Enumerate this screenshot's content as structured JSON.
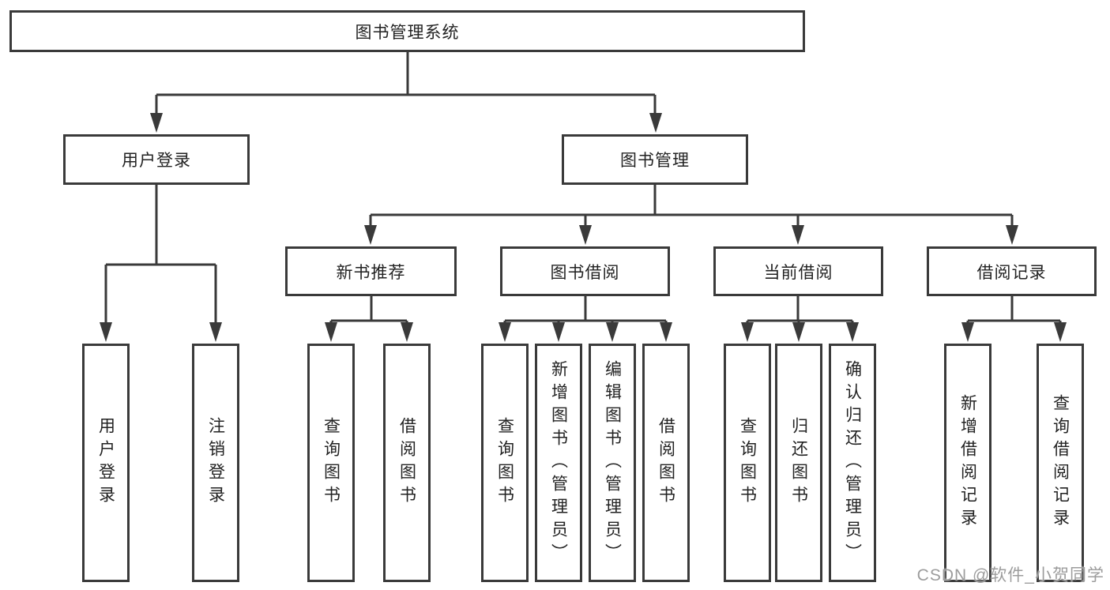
{
  "title": {
    "label": "图书管理系统"
  },
  "branches": {
    "user_login": {
      "label": "用户登录",
      "children": [
        "用户登录",
        "注销登录"
      ]
    },
    "book_mgmt": {
      "label": "图书管理",
      "sections": [
        {
          "label": "新书推荐",
          "children": [
            "查询图书",
            "借阅图书"
          ]
        },
        {
          "label": "图书借阅",
          "children": [
            "查询图书",
            "新增图书（管理员）",
            "编辑图书（管理员）",
            "借阅图书"
          ]
        },
        {
          "label": "当前借阅",
          "children": [
            "查询图书",
            "归还图书",
            "确认归还（管理员）"
          ]
        },
        {
          "label": "借阅记录",
          "children": [
            "新增借阅记录",
            "查询借阅记录"
          ]
        }
      ]
    }
  },
  "watermark": "CSDN @软件_小贺同学",
  "colors": {
    "line": "#3a3a3a",
    "text": "#222222",
    "watermark": "#9c9c9c"
  }
}
